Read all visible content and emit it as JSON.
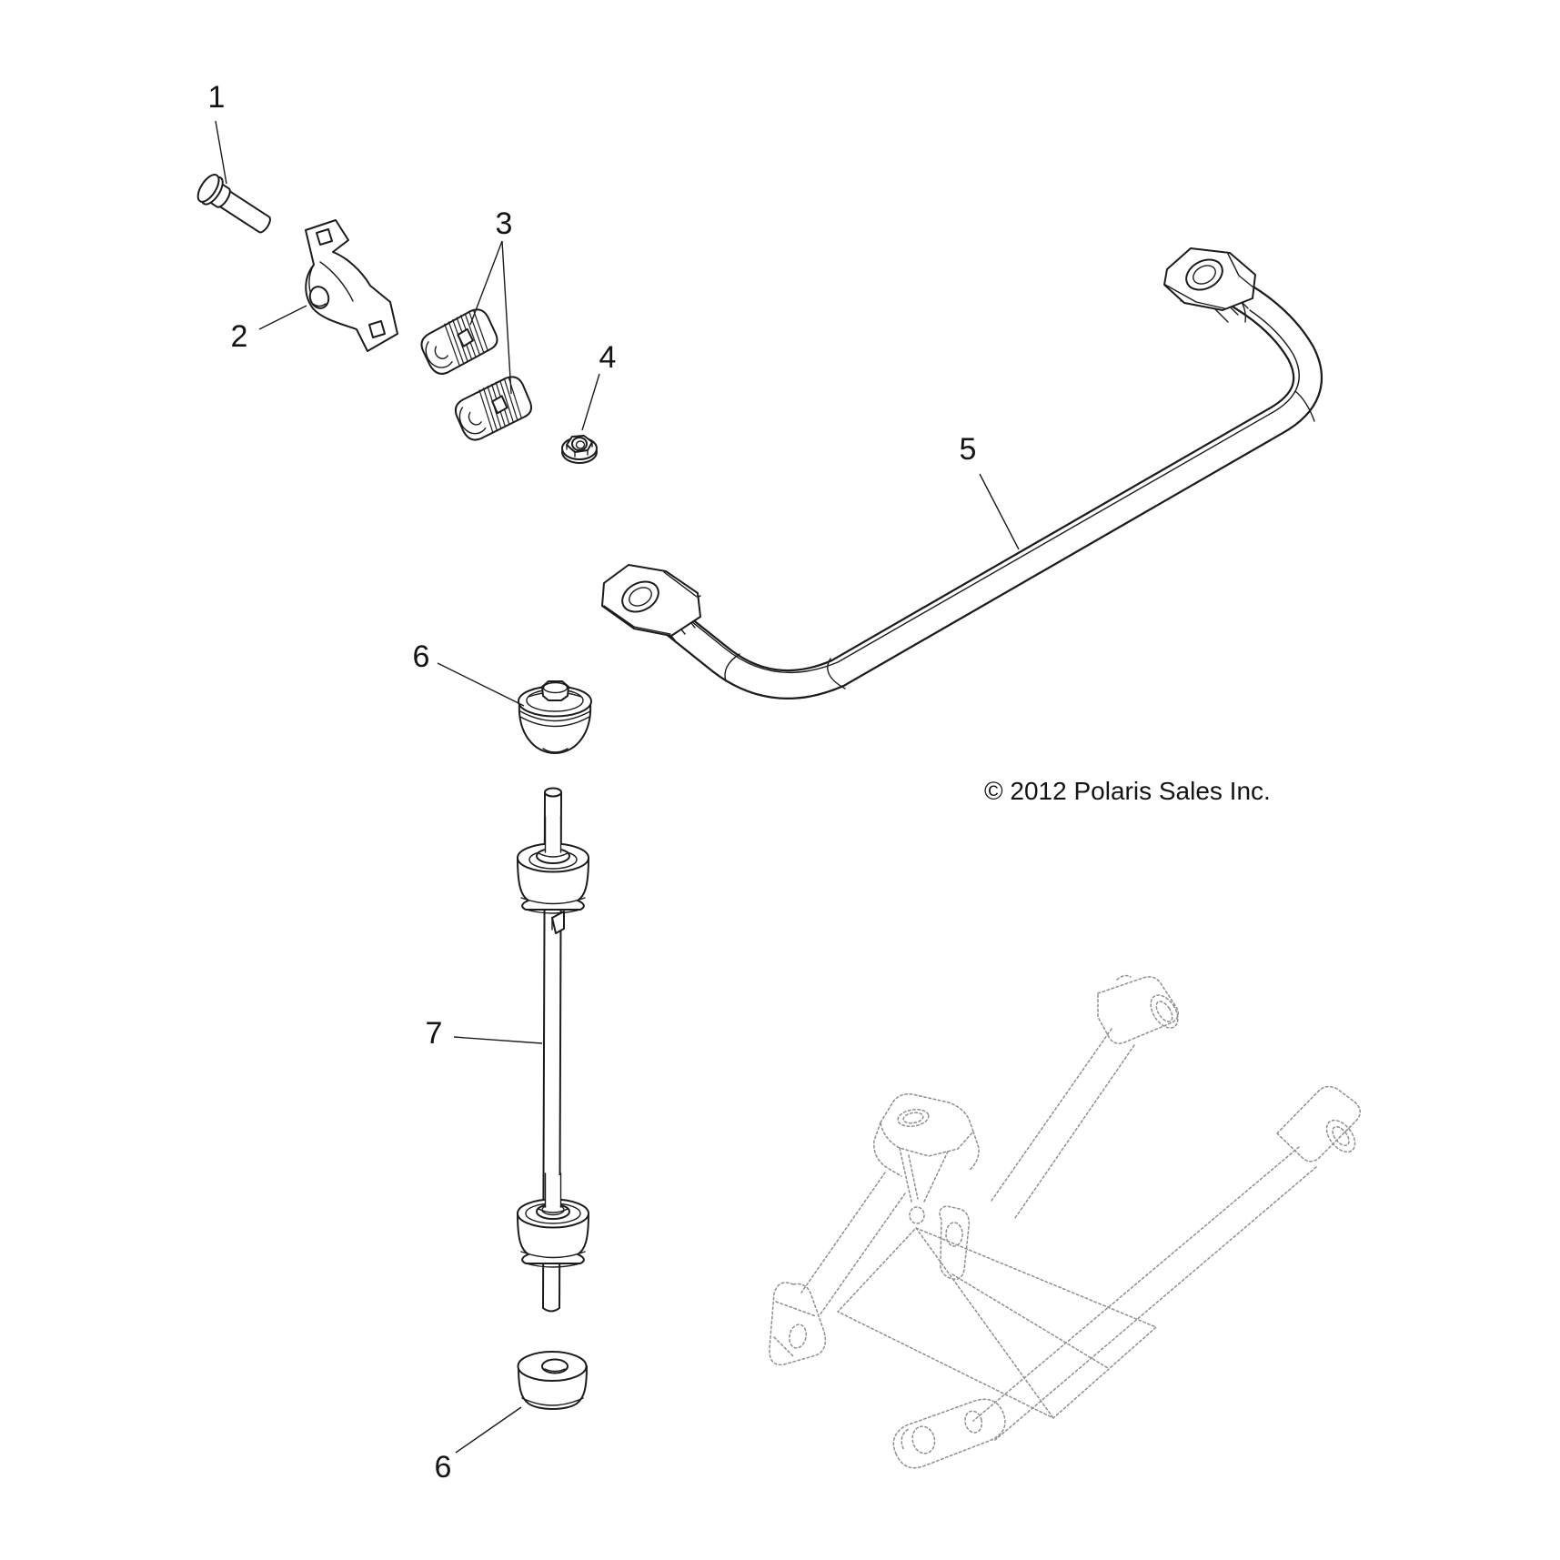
{
  "diagram": {
    "type": "exploded-parts-diagram",
    "copyright": "© 2012 Polaris Sales Inc.",
    "colors": {
      "background": "#ffffff",
      "line": "#1c1c1c",
      "reference": "#8f8f8f"
    },
    "callouts": [
      {
        "label": "1",
        "part": "flange-bolt"
      },
      {
        "label": "2",
        "part": "stabilizer-bar-clamp-bracket"
      },
      {
        "label": "3",
        "part": "stabilizer-bar-bushing-halves"
      },
      {
        "label": "4",
        "part": "flange-nut"
      },
      {
        "label": "5",
        "part": "stabilizer-bar"
      },
      {
        "label": "6",
        "part": "link-bushing-upper"
      },
      {
        "label": "7",
        "part": "stabilizer-link-rod"
      },
      {
        "label": "6",
        "part": "link-bushing-lower"
      }
    ]
  }
}
